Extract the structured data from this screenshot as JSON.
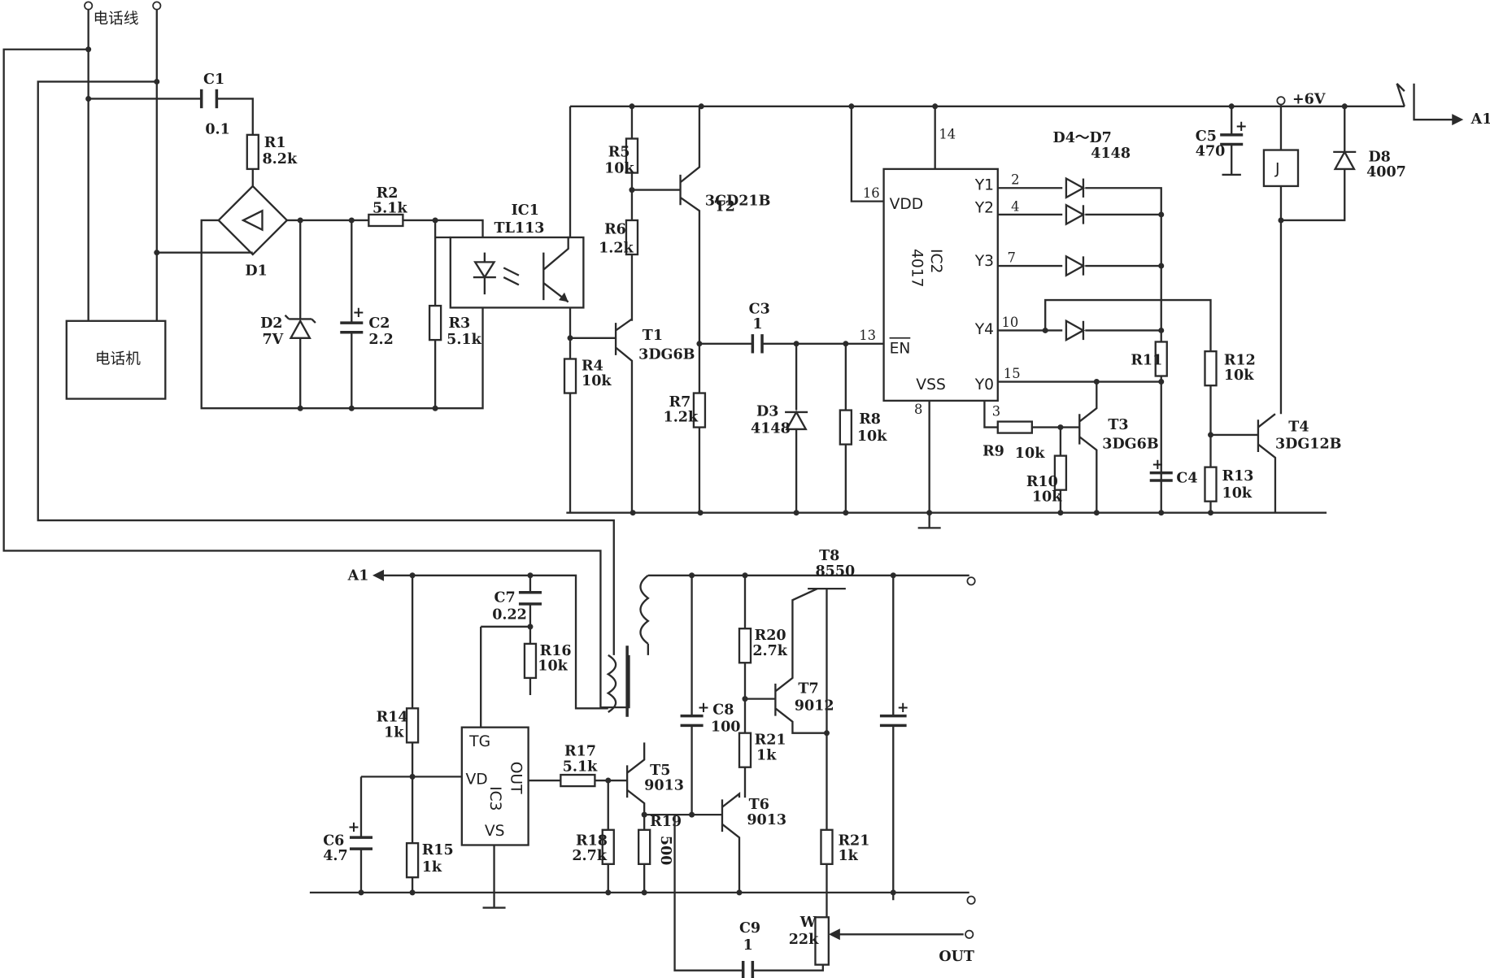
{
  "labels": {
    "phone_line": "电话线",
    "telephone": "电话机",
    "c1": "C1",
    "c1_val": "0.1",
    "r1": "R1",
    "r1_val": "8.2k",
    "d1": "D1",
    "r2": "R2",
    "r2_val": "5.1k",
    "d2": "D2",
    "d2_val": "7V",
    "c2": "C2",
    "c2_val": "2.2",
    "r3": "R3",
    "r3_val": "5.1k",
    "ic1": "IC1",
    "ic1_val": "TL113",
    "r5": "R5",
    "r5_val": "10k",
    "r6": "R6",
    "r6_val": "1.2k",
    "t2": "T2",
    "t2_val": "3CD21B",
    "t1": "T1",
    "t1_val": "3DG6B",
    "r4": "R4",
    "r4_val": "10k",
    "c3": "C3",
    "c3_val": "1",
    "r7": "R7",
    "r7_val": "1.2k",
    "d3": "D3",
    "d3_val": "4148",
    "r8": "R8",
    "r8_val": "10k",
    "ic2": "IC2",
    "ic2_val": "4017",
    "vdd": "VDD",
    "en": "EN",
    "vss": "VSS",
    "y1": "Y1",
    "y2": "Y2",
    "y3": "Y3",
    "y4": "Y4",
    "y0": "Y0",
    "pin14": "14",
    "pin16": "16",
    "pin13": "13",
    "pin8": "8",
    "pin2": "2",
    "pin4": "4",
    "pin7": "7",
    "pin10": "10",
    "pin15": "15",
    "pin3": "3",
    "d4d7": "D4～D7",
    "d4d7_val": "4148",
    "r11": "R11",
    "c4": "C4",
    "r9": "R9",
    "r9_val": "10k",
    "r10": "R10",
    "r10_val": "10k",
    "t3": "T3",
    "t3_val": "3DG6B",
    "c5": "C5",
    "c5_val": "470",
    "plus6v": "+6V",
    "relay": "J",
    "d8": "D8",
    "d8_val": "4007",
    "a1": "A1",
    "r12": "R12",
    "r12_val": "10k",
    "r13": "R13",
    "r13_val": "10k",
    "t4": "T4",
    "t4_val": "3DG12B",
    "c7": "C7",
    "c7_val": "0.22",
    "r16": "R16",
    "r16_val": "10k",
    "t8": "T8",
    "t8_val": "8550",
    "r20": "R20",
    "r20_val": "2.7k",
    "t7": "T7",
    "t7_val": "9012",
    "c8": "C8",
    "c8_val": "100",
    "r21": "R21",
    "r21_val": "1k",
    "r14": "R14",
    "r14_val": "1k",
    "tg": "TG",
    "vd": "VD",
    "out_pin": "OUT",
    "vs": "VS",
    "ic3": "IC3",
    "r17": "R17",
    "r17_val": "5.1k",
    "t5": "T5",
    "t5_val": "9013",
    "t6": "T6",
    "t6_val": "9013",
    "r18": "R18",
    "r18_val": "2.7k",
    "r19": "R19",
    "r19_val": "500",
    "c6": "C6",
    "c6_val": "4.7",
    "r15": "R15",
    "r15_val": "1k",
    "w": "W",
    "w_val": "22k",
    "c9": "C9",
    "c9_val": "1",
    "out": "OUT",
    "plus": "+"
  }
}
